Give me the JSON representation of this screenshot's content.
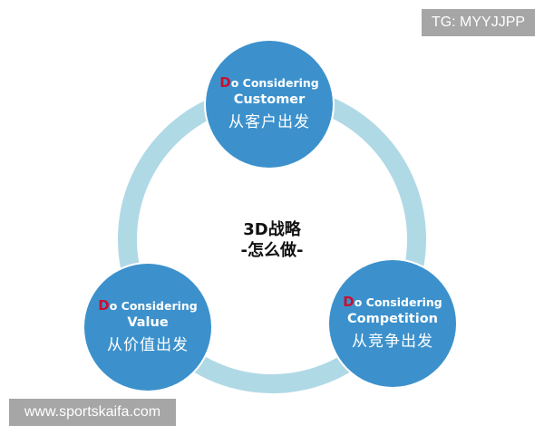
{
  "diagram": {
    "center": {
      "line1": "3D战略",
      "line2": "-怎么做-"
    },
    "nodes": [
      {
        "d": "D",
        "prefix_rest": "o Considering",
        "title": "Customer",
        "cn": "从客户出发"
      },
      {
        "d": "D",
        "prefix_rest": "o Considering",
        "title": "Value",
        "cn": "从价值出发"
      },
      {
        "d": "D",
        "prefix_rest": "o Considering",
        "title": "Competition",
        "cn": "从竞争出发"
      }
    ],
    "colors": {
      "node": "#3c91cc",
      "ring": "#b0d9e6",
      "accent_d": "#c8102e",
      "center_text": "#111111"
    }
  },
  "watermarks": {
    "top_right": "TG: MYYJJPP",
    "bottom_left": "www.sportskaifa.com"
  }
}
